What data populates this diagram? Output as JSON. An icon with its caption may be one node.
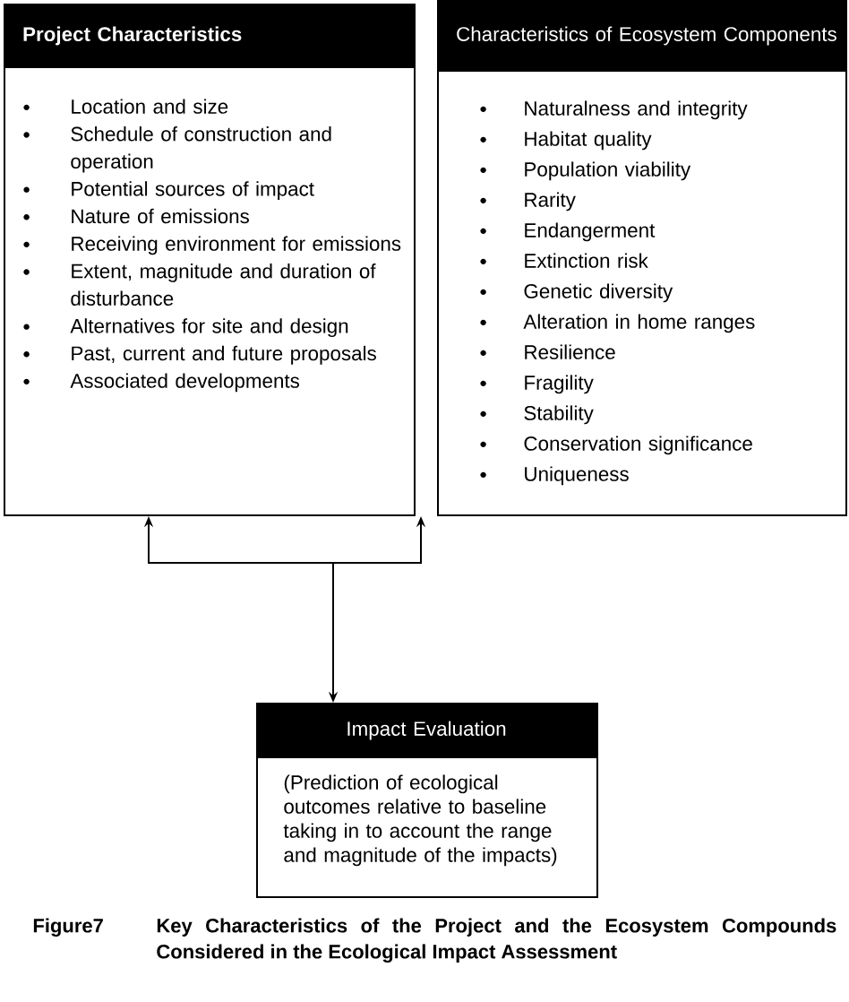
{
  "diagram": {
    "caption": "Key Characteristics of the Project and the Ecosystem Compounds Considered in the Ecological Impact Assessment",
    "nodes": [
      {
        "text": [
          "Project Characteristics",
          "Location and size",
          "Schedule of construction and operation",
          "Potential sources of impact",
          "Nature of emissions",
          "Receiving environment for emissions",
          "Extent, magnitude and duration of disturbance",
          "Alternatives for site and design",
          "Past, current and future proposals",
          "Associated developments"
        ]
      },
      {
        "text": [
          "Characteristics of Ecosystem Components",
          "Naturalness and integrity",
          "Habitat quality",
          "Population viability",
          "Rarity",
          "Endangerment",
          "Extinction risk",
          "Genetic diversity",
          "Alteration in home ranges",
          "Resilience",
          "Fragility",
          "Stability",
          "Conservation significance",
          "Uniqueness"
        ]
      },
      {
        "text": [
          "Impact Evaluation",
          "(Prediction of ecological outcomes relative to baseline taking in to account the range and magnitude of the impacts)"
        ]
      }
    ],
    "edges": [
      {
        "from": 2,
        "to": 0,
        "arrow": "both"
      },
      {
        "from": 2,
        "to": 1,
        "arrow": "both"
      }
    ],
    "labels": [
      "Figure7"
    ]
  }
}
